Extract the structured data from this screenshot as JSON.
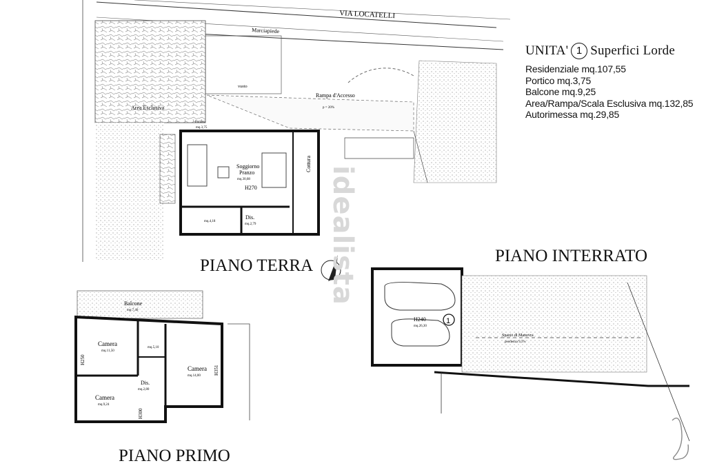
{
  "street": "VIA LOCATELLI",
  "sidewalk": "Marciapiede",
  "legend": {
    "unit_word": "UNITA'",
    "unit_number": "1",
    "subtitle": "Superfici Lorde",
    "rows": [
      "Residenziale mq.107,55",
      "Portico mq.3,75",
      "Balcone mq.9,25",
      "Area/Rampa/Scala Esclusiva mq.132,85",
      "Autorimessa mq.29,85"
    ]
  },
  "ground": {
    "title": "PIANO TERRA",
    "area_esclusiva": "Area Esclusiva",
    "vuoto": "vuoto",
    "rampa": "Rampa d'Accesso",
    "rampa_slope": "p = 20%",
    "portico": "Portico",
    "portico_mq": "mq.3,75",
    "soggiorno_1": "Soggiorno",
    "soggiorno_2": "Pranzo",
    "soggiorno_mq": "mq.30,08",
    "h": "H270",
    "cottura": "Cottura",
    "bagno_mq": "mq.4,18",
    "dis": "Dis.",
    "dis_mq": "mq.2,79"
  },
  "basement": {
    "title": "PIANO INTERRATO",
    "h": "H240",
    "mq": "mq.26,30",
    "unit_number": "1",
    "manovra": "Spazio di Manovra",
    "manovra_note": "pendenza 9,5%"
  },
  "first": {
    "title": "PIANO PRIMO",
    "balcone": "Balcone",
    "balcone_mq": "mq.7,40",
    "camera1": "Camera",
    "camera1_mq": "mq.11,50",
    "bagno_mq": "mq.5,10",
    "camera2": "Camera",
    "camera2_mq": "mq.14,00",
    "dis": "Dis.",
    "dis_mq": "mq.2,80",
    "camera3": "Camera",
    "camera3_mq": "mq.9,24",
    "h250": "H250",
    "h351": "H351",
    "h300": "H300"
  },
  "watermark": "idealista"
}
